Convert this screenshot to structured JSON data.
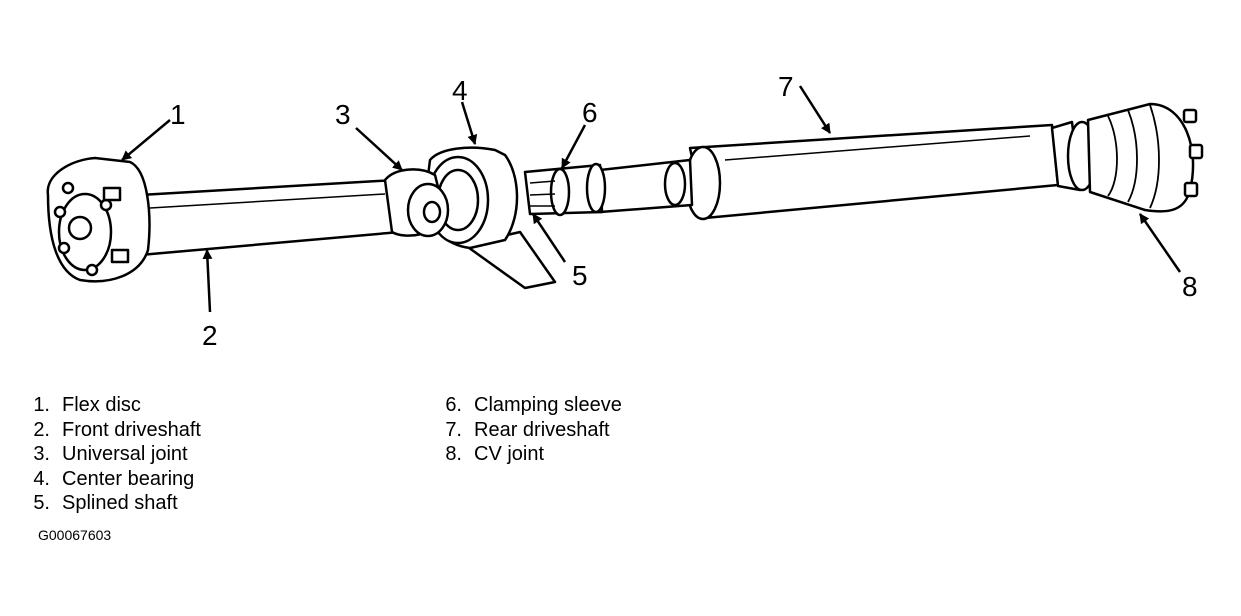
{
  "callouts": [
    "1",
    "2",
    "3",
    "4",
    "5",
    "6",
    "7",
    "8"
  ],
  "legend_left": [
    {
      "num": "1.",
      "text": "Flex disc"
    },
    {
      "num": "2.",
      "text": "Front driveshaft"
    },
    {
      "num": "3.",
      "text": "Universal joint"
    },
    {
      "num": "4.",
      "text": "Center bearing"
    },
    {
      "num": "5.",
      "text": "Splined shaft"
    }
  ],
  "legend_right": [
    {
      "num": "6.",
      "text": "Clamping sleeve"
    },
    {
      "num": "7.",
      "text": "Rear driveshaft"
    },
    {
      "num": "8.",
      "text": "CV joint"
    }
  ],
  "figure_code": "G00067603",
  "colors": {
    "line": "#000000",
    "background": "#ffffff"
  }
}
